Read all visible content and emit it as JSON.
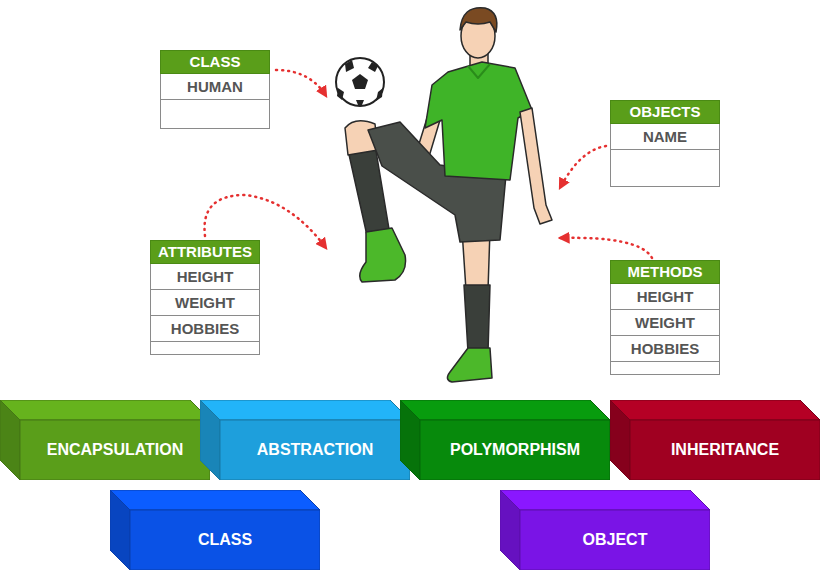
{
  "diagram": {
    "nodes": [
      {
        "text": [
          "CLASS",
          "HUMAN"
        ]
      },
      {
        "text": [
          "OBJECTS",
          "NAME"
        ]
      },
      {
        "text": [
          "ATTRIBUTES",
          "HEIGHT",
          "WEIGHT",
          "HOBBIES"
        ]
      },
      {
        "text": [
          "METHODS",
          "HEIGHT",
          "WEIGHT",
          "HOBBIES"
        ]
      },
      {
        "text": [
          "ENCAPSULATION"
        ]
      },
      {
        "text": [
          "ABSTRACTION"
        ]
      },
      {
        "text": [
          "POLYMORPHISM"
        ]
      },
      {
        "text": [
          "INHERITANCE"
        ]
      },
      {
        "text": [
          "CLASS"
        ]
      },
      {
        "text": [
          "OBJECT"
        ]
      }
    ]
  }
}
